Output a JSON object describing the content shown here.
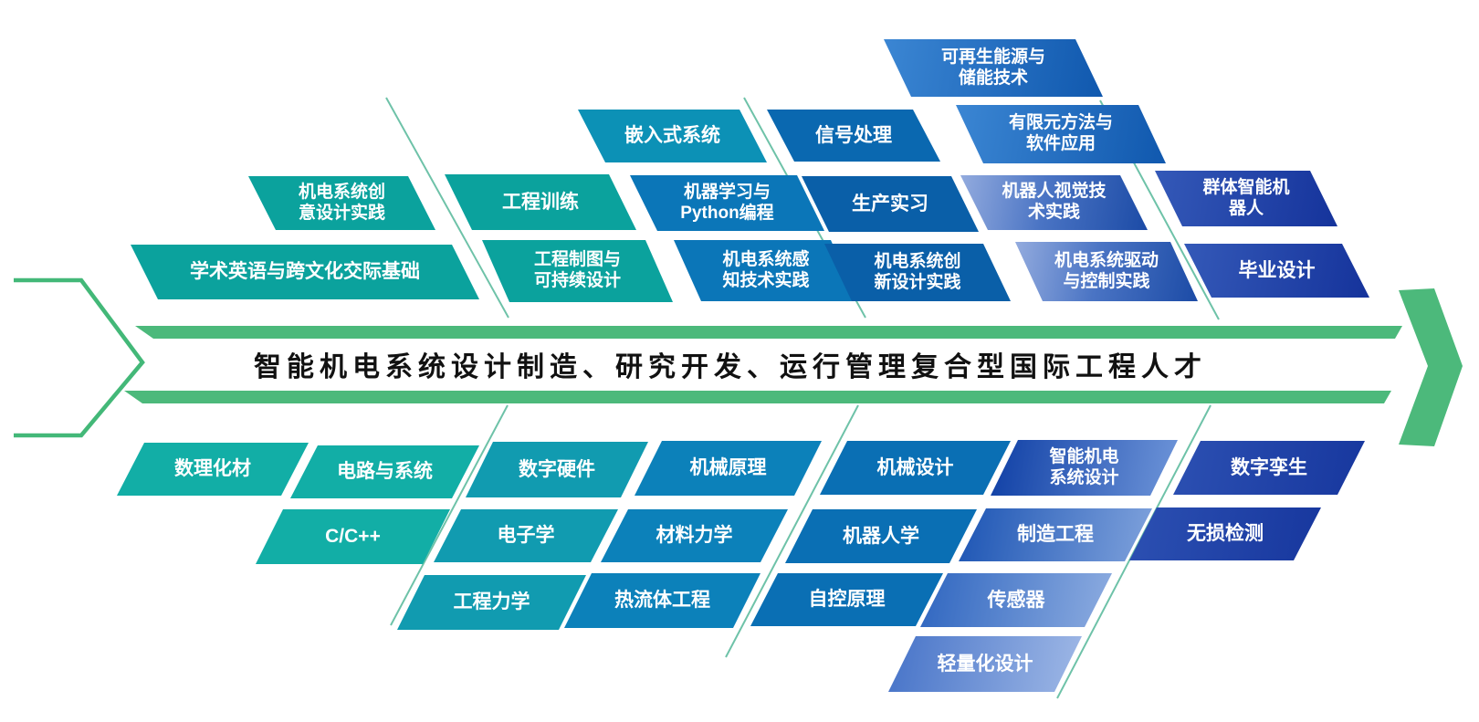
{
  "band": {
    "text": "智能机电系统设计制造、研究开发、运行管理复合型国际工程人才"
  },
  "palette": {
    "arrow_green": "#4CB97B",
    "divider_green": "#55B89A",
    "teal": "#0BA29D",
    "bottom_teal": "#12AEA6",
    "cyan_blue": "#0C91B6",
    "mid_blue": "#0B76B8",
    "deep_blue": "#0A5FA8",
    "steel_gradient_from": "#93ABDE",
    "steel_gradient_to": "#1C4BA6",
    "navy_from": "#3459B8",
    "navy_to": "#15339B",
    "band_text_color": "#111111"
  },
  "top_courses": [
    {
      "id": "renewable-energy-storage",
      "label": "可再生能源与\n储能技术"
    },
    {
      "id": "embedded-systems",
      "label": "嵌入式系统"
    },
    {
      "id": "signal-processing",
      "label": "信号处理"
    },
    {
      "id": "fem-software",
      "label": "有限元方法与\n软件应用"
    },
    {
      "id": "mechatronic-creative-design-practice",
      "label": "机电系统创\n意设计实践"
    },
    {
      "id": "engineering-training",
      "label": "工程训练"
    },
    {
      "id": "machine-learning-python",
      "label": "机器学习与\nPython编程"
    },
    {
      "id": "production-internship",
      "label": "生产实习"
    },
    {
      "id": "robot-vision-practice",
      "label": "机器人视觉技\n术实践"
    },
    {
      "id": "swarm-intelligent-robots",
      "label": "群体智能机\n器人"
    },
    {
      "id": "academic-english-intercultural",
      "label": "学术英语与跨文化交际基础"
    },
    {
      "id": "engineering-drawing-sustainable-design",
      "label": "工程制图与\n可持续设计"
    },
    {
      "id": "mechatronic-sensing-practice",
      "label": "机电系统感\n知技术实践"
    },
    {
      "id": "mechatronic-innovative-design-practice",
      "label": "机电系统创\n新设计实践"
    },
    {
      "id": "mechatronic-drive-control-practice",
      "label": "机电系统驱动\n与控制实践"
    },
    {
      "id": "graduation-project",
      "label": "毕业设计"
    }
  ],
  "bottom_courses": [
    {
      "id": "math-physics-chemistry-materials",
      "label": "数理化材"
    },
    {
      "id": "circuits-and-systems",
      "label": "电路与系统"
    },
    {
      "id": "digital-hardware",
      "label": "数字硬件"
    },
    {
      "id": "mechanism-theory",
      "label": "机械原理"
    },
    {
      "id": "mechanical-design",
      "label": "机械设计"
    },
    {
      "id": "intelligent-mechatronic-system-design",
      "label": "智能机电\n系统设计"
    },
    {
      "id": "digital-twin",
      "label": "数字孪生"
    },
    {
      "id": "c-cpp",
      "label": "C/C++"
    },
    {
      "id": "electronics",
      "label": "电子学"
    },
    {
      "id": "mechanics-of-materials",
      "label": "材料力学"
    },
    {
      "id": "robotics",
      "label": "机器人学"
    },
    {
      "id": "manufacturing-engineering",
      "label": "制造工程"
    },
    {
      "id": "nondestructive-testing",
      "label": "无损检测"
    },
    {
      "id": "engineering-mechanics",
      "label": "工程力学"
    },
    {
      "id": "thermo-fluid-engineering",
      "label": "热流体工程"
    },
    {
      "id": "control-theory",
      "label": "自控原理"
    },
    {
      "id": "sensors",
      "label": "传感器"
    },
    {
      "id": "lightweight-design",
      "label": "轻量化设计"
    }
  ]
}
